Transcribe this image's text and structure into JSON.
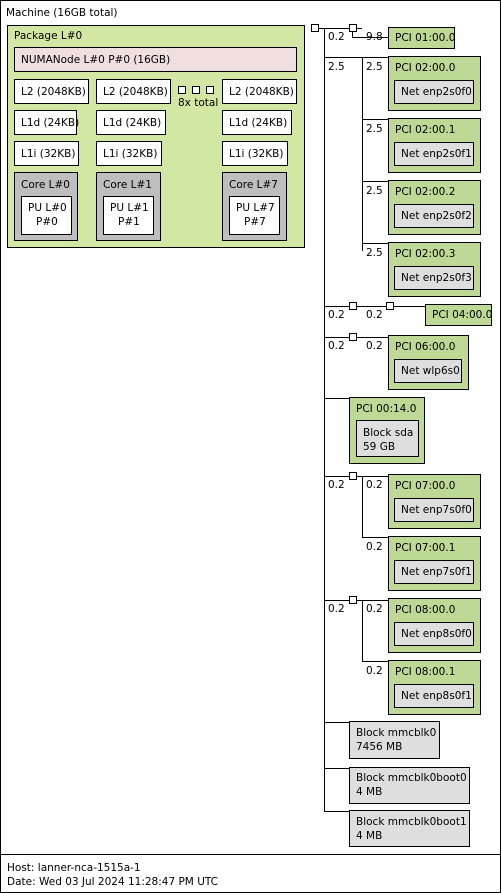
{
  "machine": {
    "title": "Machine (16GB total)",
    "package": {
      "title": "Package L#0",
      "numa": "NUMANode L#0 P#0 (16GB)",
      "columns": [
        {
          "l2": "L2 (2048KB)",
          "l1d": "L1d (24KB)",
          "l1i": "L1i (32KB)",
          "core": "Core L#0",
          "pu": "PU L#0",
          "pu_p": "P#0"
        },
        {
          "l2": "L2 (2048KB)",
          "l1d": "L1d (24KB)",
          "l1i": "L1i (32KB)",
          "core": "Core L#1",
          "pu": "PU L#1",
          "pu_p": "P#1"
        },
        {
          "l2": "L2 (2048KB)",
          "l1d": "L1d (24KB)",
          "l1i": "L1i (32KB)",
          "core": "Core L#7",
          "pu": "PU L#7",
          "pu_p": "P#7"
        }
      ],
      "total_label": "8x total"
    }
  },
  "io": {
    "link_labels": {
      "top_a": "0.2",
      "top_b": "9.8",
      "pci02_bridge": "2.5",
      "pci02_0": "2.5",
      "pci02_1": "2.5",
      "pci02_2": "2.5",
      "pci02_3": "2.5",
      "pci04_a": "0.2",
      "pci04_b": "0.2",
      "pci06_a": "0.2",
      "pci06_b": "0.2",
      "pci07_a": "0.2",
      "pci07_0": "0.2",
      "pci07_1": "0.2",
      "pci08_a": "0.2",
      "pci08_0": "0.2",
      "pci08_1": "0.2"
    },
    "pci01": "PCI 01:00.0",
    "pci02": [
      {
        "title": "PCI 02:00.0",
        "net": "Net enp2s0f0"
      },
      {
        "title": "PCI 02:00.1",
        "net": "Net enp2s0f1"
      },
      {
        "title": "PCI 02:00.2",
        "net": "Net enp2s0f2"
      },
      {
        "title": "PCI 02:00.3",
        "net": "Net enp2s0f3"
      }
    ],
    "pci04": "PCI 04:00.0",
    "pci06": {
      "title": "PCI 06:00.0",
      "net": "Net wlp6s0"
    },
    "pci0014": {
      "title": "PCI 00:14.0",
      "block": "Block sda",
      "size": "59 GB"
    },
    "pci07": [
      {
        "title": "PCI 07:00.0",
        "net": "Net enp7s0f0"
      },
      {
        "title": "PCI 07:00.1",
        "net": "Net enp7s0f1"
      }
    ],
    "pci08": [
      {
        "title": "PCI 08:00.0",
        "net": "Net enp8s0f0"
      },
      {
        "title": "PCI 08:00.1",
        "net": "Net enp8s0f1"
      }
    ],
    "blocks": [
      {
        "name": "Block mmcblk0",
        "size": "7456 MB"
      },
      {
        "name": "Block mmcblk0boot0",
        "size": "4 MB"
      },
      {
        "name": "Block mmcblk0boot1",
        "size": "4 MB"
      }
    ]
  },
  "footer": {
    "host": "Host: lanner-nca-1515a-1",
    "date": "Date: Wed 03 Jul 2024 11:28:47 PM UTC"
  }
}
